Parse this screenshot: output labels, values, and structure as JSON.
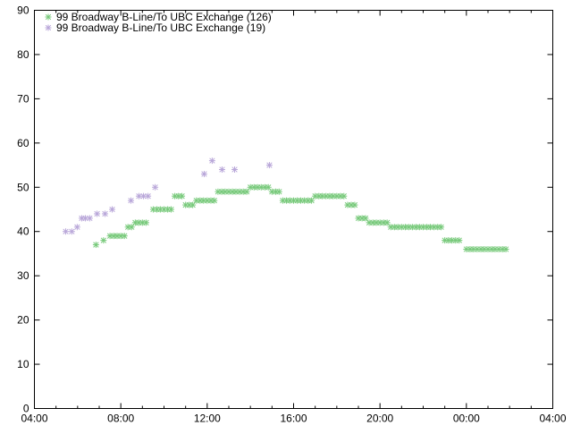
{
  "chart_data": {
    "type": "scatter",
    "title": "",
    "xlabel": "",
    "ylabel": "",
    "xlim_hours": [
      4,
      28
    ],
    "ylim": [
      0,
      90
    ],
    "grid": false,
    "legend_placement": "top-left",
    "x_tick_labels": [
      "04:00",
      "08:00",
      "12:00",
      "16:00",
      "20:00",
      "00:00",
      "04:00"
    ],
    "y_tick_labels": [
      "0",
      "10",
      "20",
      "30",
      "40",
      "50",
      "60",
      "70",
      "80",
      "90"
    ],
    "series": [
      {
        "name": "99 Broadway B-Line/To UBC Exchange (126)",
        "color": "#77c97a",
        "marker": "asterisk",
        "points": [
          [
            6.85,
            37
          ],
          [
            7.2,
            38
          ],
          [
            7.5,
            39
          ],
          [
            7.67,
            39
          ],
          [
            7.83,
            39
          ],
          [
            8.0,
            39
          ],
          [
            8.17,
            39
          ],
          [
            8.33,
            41
          ],
          [
            8.5,
            41
          ],
          [
            8.67,
            42
          ],
          [
            8.83,
            42
          ],
          [
            9.0,
            42
          ],
          [
            9.17,
            42
          ],
          [
            9.5,
            45
          ],
          [
            9.67,
            45
          ],
          [
            9.83,
            45
          ],
          [
            10.0,
            45
          ],
          [
            10.17,
            45
          ],
          [
            10.33,
            45
          ],
          [
            10.5,
            48
          ],
          [
            10.67,
            48
          ],
          [
            10.83,
            48
          ],
          [
            11.0,
            46
          ],
          [
            11.17,
            46
          ],
          [
            11.33,
            46
          ],
          [
            11.5,
            47
          ],
          [
            11.67,
            47
          ],
          [
            11.83,
            47
          ],
          [
            12.0,
            47
          ],
          [
            12.17,
            47
          ],
          [
            12.33,
            47
          ],
          [
            12.5,
            49
          ],
          [
            12.67,
            49
          ],
          [
            12.83,
            49
          ],
          [
            13.0,
            49
          ],
          [
            13.17,
            49
          ],
          [
            13.33,
            49
          ],
          [
            13.5,
            49
          ],
          [
            13.67,
            49
          ],
          [
            13.83,
            49
          ],
          [
            14.0,
            50
          ],
          [
            14.17,
            50
          ],
          [
            14.33,
            50
          ],
          [
            14.5,
            50
          ],
          [
            14.67,
            50
          ],
          [
            14.83,
            50
          ],
          [
            15.0,
            49
          ],
          [
            15.17,
            49
          ],
          [
            15.33,
            49
          ],
          [
            15.5,
            47
          ],
          [
            15.67,
            47
          ],
          [
            15.83,
            47
          ],
          [
            16.0,
            47
          ],
          [
            16.17,
            47
          ],
          [
            16.33,
            47
          ],
          [
            16.5,
            47
          ],
          [
            16.67,
            47
          ],
          [
            16.83,
            47
          ],
          [
            17.0,
            48
          ],
          [
            17.17,
            48
          ],
          [
            17.33,
            48
          ],
          [
            17.5,
            48
          ],
          [
            17.67,
            48
          ],
          [
            17.83,
            48
          ],
          [
            18.0,
            48
          ],
          [
            18.17,
            48
          ],
          [
            18.33,
            48
          ],
          [
            18.5,
            46
          ],
          [
            18.67,
            46
          ],
          [
            18.83,
            46
          ],
          [
            19.0,
            43
          ],
          [
            19.17,
            43
          ],
          [
            19.33,
            43
          ],
          [
            19.5,
            42
          ],
          [
            19.67,
            42
          ],
          [
            19.83,
            42
          ],
          [
            20.0,
            42
          ],
          [
            20.17,
            42
          ],
          [
            20.33,
            42
          ],
          [
            20.5,
            41
          ],
          [
            20.67,
            41
          ],
          [
            20.83,
            41
          ],
          [
            21.0,
            41
          ],
          [
            21.17,
            41
          ],
          [
            21.33,
            41
          ],
          [
            21.5,
            41
          ],
          [
            21.67,
            41
          ],
          [
            21.83,
            41
          ],
          [
            22.0,
            41
          ],
          [
            22.17,
            41
          ],
          [
            22.33,
            41
          ],
          [
            22.5,
            41
          ],
          [
            22.67,
            41
          ],
          [
            22.83,
            41
          ],
          [
            23.0,
            38
          ],
          [
            23.17,
            38
          ],
          [
            23.33,
            38
          ],
          [
            23.5,
            38
          ],
          [
            23.67,
            38
          ],
          [
            24.0,
            36
          ],
          [
            24.17,
            36
          ],
          [
            24.33,
            36
          ],
          [
            24.5,
            36
          ],
          [
            24.67,
            36
          ],
          [
            24.83,
            36
          ],
          [
            25.0,
            36
          ],
          [
            25.17,
            36
          ],
          [
            25.33,
            36
          ],
          [
            25.5,
            36
          ],
          [
            25.67,
            36
          ],
          [
            25.83,
            36
          ]
        ]
      },
      {
        "name": "99 Broadway B-Line/To UBC Exchange (19)",
        "color": "#b9a7d9",
        "marker": "asterisk",
        "points": [
          [
            5.45,
            40
          ],
          [
            5.73,
            40
          ],
          [
            5.98,
            41
          ],
          [
            6.19,
            43
          ],
          [
            6.36,
            43
          ],
          [
            6.56,
            43
          ],
          [
            6.9,
            44
          ],
          [
            7.27,
            44
          ],
          [
            7.6,
            45
          ],
          [
            8.47,
            47
          ],
          [
            8.84,
            48
          ],
          [
            9.05,
            48
          ],
          [
            9.26,
            48
          ],
          [
            9.59,
            50
          ],
          [
            11.86,
            53
          ],
          [
            12.23,
            56
          ],
          [
            12.69,
            54
          ],
          [
            13.27,
            54
          ],
          [
            14.88,
            55
          ]
        ]
      }
    ]
  }
}
